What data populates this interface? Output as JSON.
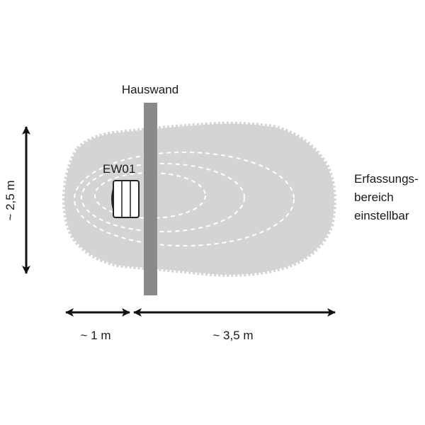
{
  "wall": {
    "label": "Hauswand"
  },
  "sensor": {
    "label": "EW01"
  },
  "detection_area": {
    "label_lines": [
      "Erfassungs-",
      "bereich",
      "einstellbar"
    ]
  },
  "dimensions": {
    "height": "~ 2,5 m",
    "behind_wall": "~ 1 m",
    "in_front_of_wall": "~ 3,5 m"
  },
  "colors": {
    "area_fill": "#d4d4d4",
    "wall": "#8a8a8a",
    "arrows": "#111111",
    "dashed_rings": "#ffffff"
  }
}
